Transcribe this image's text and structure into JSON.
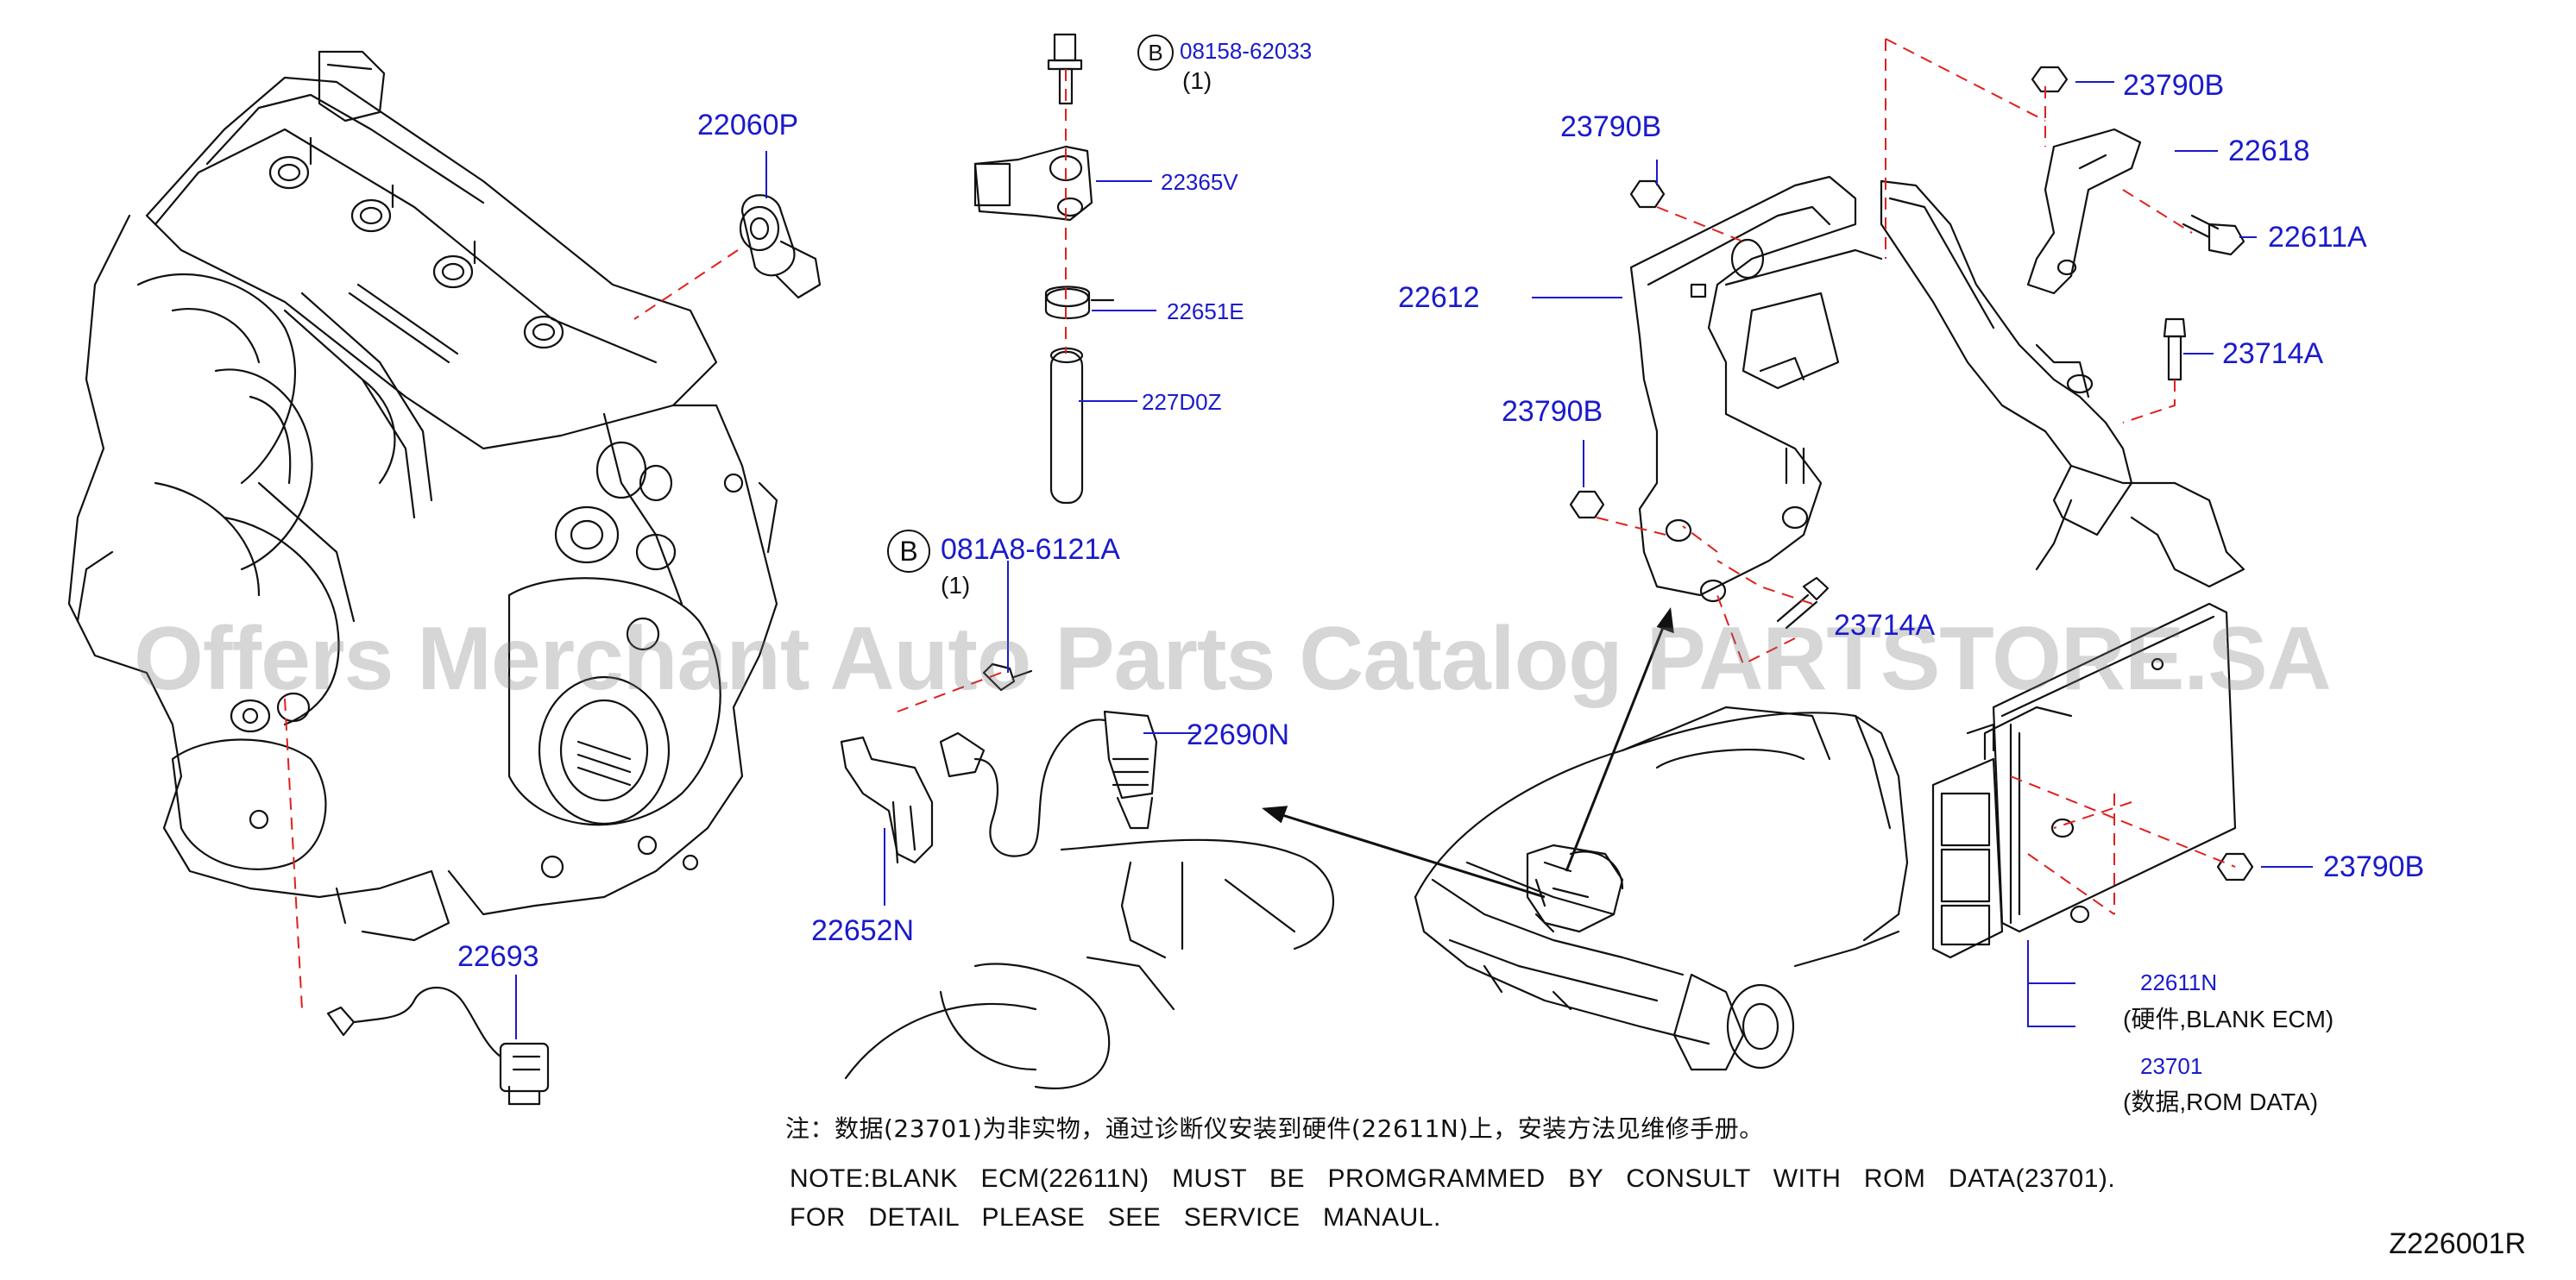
{
  "labels": {
    "p22060P": "22060P",
    "p08158": "08158-62033",
    "p08158_qty": "(1)",
    "p22365V": "22365V",
    "p22651E": "22651E",
    "p227D0Z": "227D0Z",
    "p081A8": "081A8-6121A",
    "p081A8_qty": "(1)",
    "p22690N": "22690N",
    "p22652N": "22652N",
    "p22693": "22693",
    "p23790B_top": "23790B",
    "p23790B_mid": "23790B",
    "p23790B_low": "23790B",
    "p23790B_right": "23790B",
    "p22612": "22612",
    "p22618": "22618",
    "p22611A": "22611A",
    "p23714A_right": "23714A",
    "p23714A_center": "23714A",
    "p22611N": "22611N",
    "p22611N_desc": "(硬件,BLANK   ECM)",
    "p23701": "23701",
    "p23701_desc": "(数据,ROM   DATA)"
  },
  "bolt_marker": "B",
  "note_cn": "注：数据(23701)为非实物，通过诊断仪安装到硬件(22611N)上，安装方法见维修手册。",
  "note_en_1": "NOTE:BLANK   ECM(22611N)   MUST   BE   PROMGRAMMED   BY   CONSULT   WITH   ROM   DATA(23701).",
  "note_en_2": "FOR   DETAIL   PLEASE   SEE   SERVICE   MANAUL.",
  "watermark": "Offers Merchant Auto Parts Catalog PARTSTORE.SA",
  "figure_code": "Z226001R",
  "colors": {
    "label": "#1a1acc",
    "leader": "#1a1acc",
    "dash": "#e0201c",
    "line": "#111111"
  }
}
